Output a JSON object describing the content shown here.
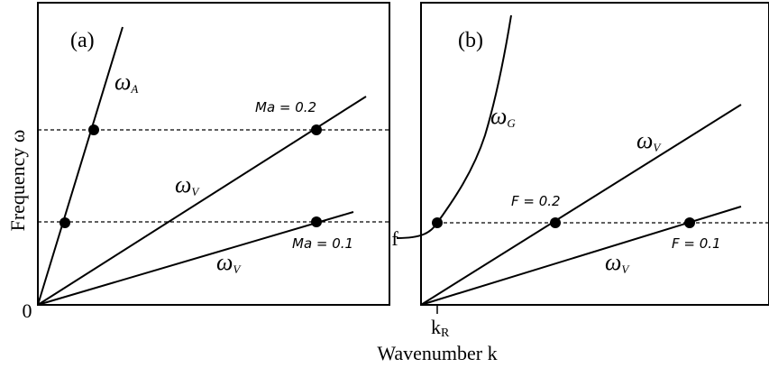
{
  "axes": {
    "ylabel": "Frequency ω",
    "xlabel": "Wavenumber k",
    "origin": "0"
  },
  "panel_a": {
    "label": "(a)",
    "curve_label_A": "ω",
    "curve_label_A_sub": "A",
    "curve_label_v_upper": "ω",
    "curve_label_v_upper_sub": "V",
    "curve_label_v_lower": "ω",
    "curve_label_v_lower_sub": "V",
    "annotation_upper": "Ma = 0.2",
    "annotation_lower": "Ma = 0.1"
  },
  "panel_b": {
    "label": "(b)",
    "curve_label_G": "ω",
    "curve_label_G_sub": "G",
    "curve_label_v_upper": "ω",
    "curve_label_v_upper_sub": "V",
    "curve_label_v_lower": "ω",
    "curve_label_v_lower_sub": "V",
    "annotation_upper": "F = 0.2",
    "annotation_lower": "F = 0.1",
    "f_label": "f",
    "kR_label": "k",
    "kR_sub": "R"
  }
}
